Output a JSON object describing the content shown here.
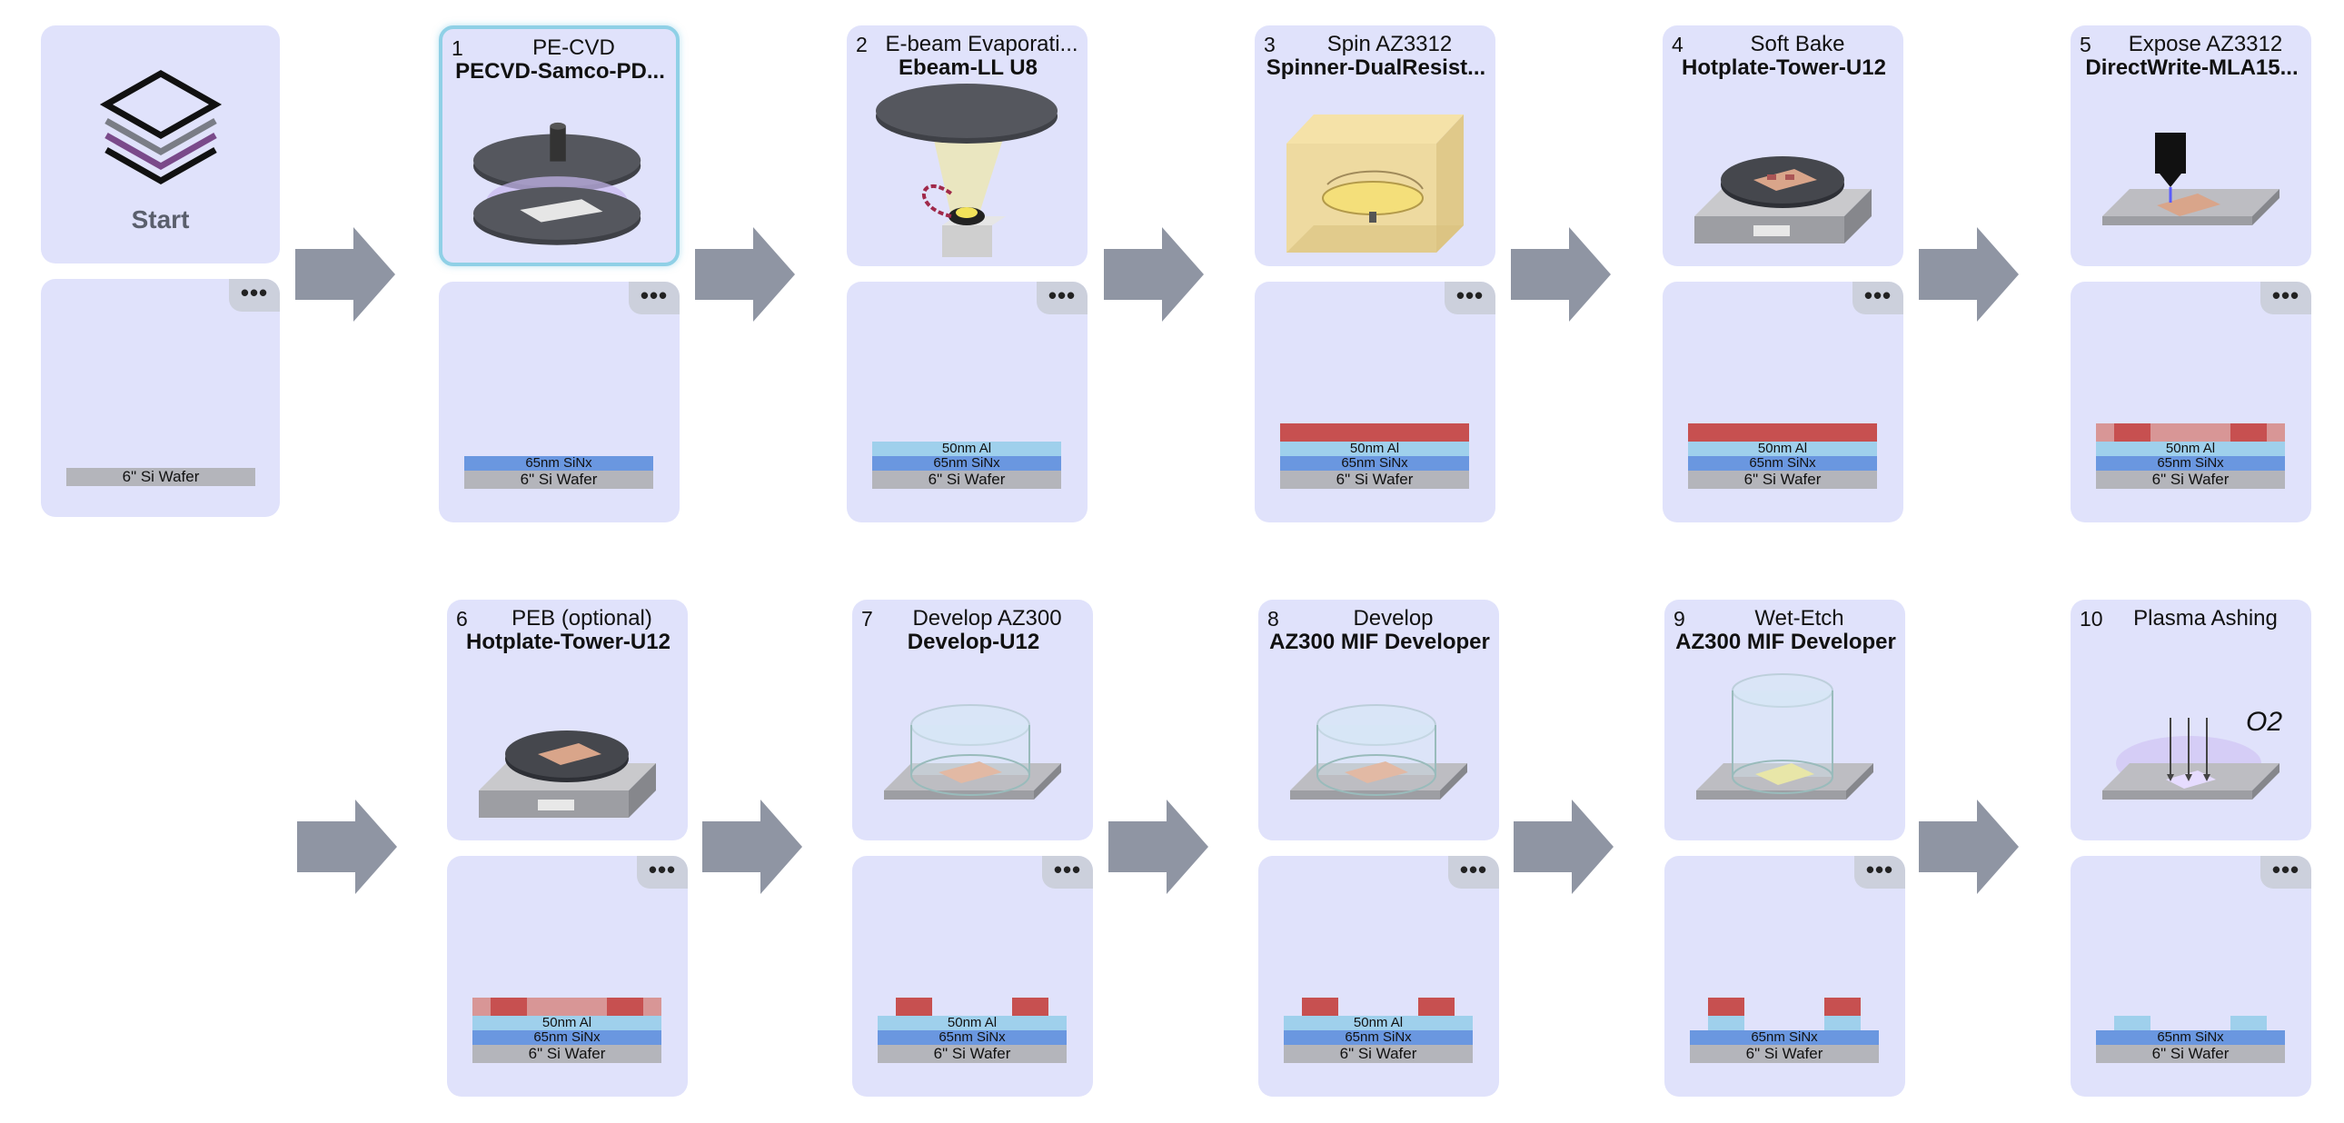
{
  "start": {
    "label": "Start",
    "more": "•••",
    "wafer": "6\" Si Wafer"
  },
  "steps": [
    {
      "num": "1",
      "title": "PE-CVD",
      "tool": "PECVD-Samco-PD...",
      "more": "•••",
      "layers": [
        "65nm SiNx",
        "6\" Si Wafer"
      ]
    },
    {
      "num": "2",
      "title": "E-beam Evaporati...",
      "tool": "Ebeam-LL U8",
      "more": "•••",
      "layers": [
        "50nm Al",
        "65nm SiNx",
        "6\" Si Wafer"
      ]
    },
    {
      "num": "3",
      "title": "Spin AZ3312",
      "tool": "Spinner-DualResist...",
      "more": "•••",
      "layers": [
        "50nm Al",
        "65nm SiNx",
        "6\" Si Wafer"
      ]
    },
    {
      "num": "4",
      "title": "Soft Bake",
      "tool": "Hotplate-Tower-U12",
      "more": "•••",
      "layers": [
        "50nm Al",
        "65nm SiNx",
        "6\" Si Wafer"
      ]
    },
    {
      "num": "5",
      "title": "Expose AZ3312",
      "tool": "DirectWrite-MLA15...",
      "more": "•••",
      "layers": [
        "50nm Al",
        "65nm SiNx",
        "6\" Si Wafer"
      ]
    },
    {
      "num": "6",
      "title": "PEB (optional)",
      "tool": "Hotplate-Tower-U12",
      "more": "•••",
      "layers": [
        "50nm Al",
        "65nm SiNx",
        "6\" Si Wafer"
      ]
    },
    {
      "num": "7",
      "title": "Develop AZ300",
      "tool": "Develop-U12",
      "more": "•••",
      "layers": [
        "50nm Al",
        "65nm SiNx",
        "6\" Si Wafer"
      ]
    },
    {
      "num": "8",
      "title": "Develop",
      "tool": "AZ300 MIF Developer",
      "more": "•••",
      "layers": [
        "50nm Al",
        "65nm SiNx",
        "6\" Si Wafer"
      ]
    },
    {
      "num": "9",
      "title": "Wet-Etch",
      "tool": "AZ300 MIF Developer",
      "more": "•••",
      "layers": [
        "65nm SiNx",
        "6\" Si Wafer"
      ]
    },
    {
      "num": "10",
      "title": "Plasma Ashing",
      "tool": "",
      "more": "•••",
      "layers": [
        "65nm SiNx",
        "6\" Si Wafer"
      ],
      "gas_label": "O2"
    }
  ],
  "colors": {
    "card": "#e0e2fb",
    "arrow": "#8f95a3",
    "si": "#b4b5bb",
    "sinx": "#6a97e0",
    "al": "#9fd0ec",
    "resist": "#c75050",
    "resist_light": "#d89696",
    "selected_border": "#8fd0e6"
  }
}
